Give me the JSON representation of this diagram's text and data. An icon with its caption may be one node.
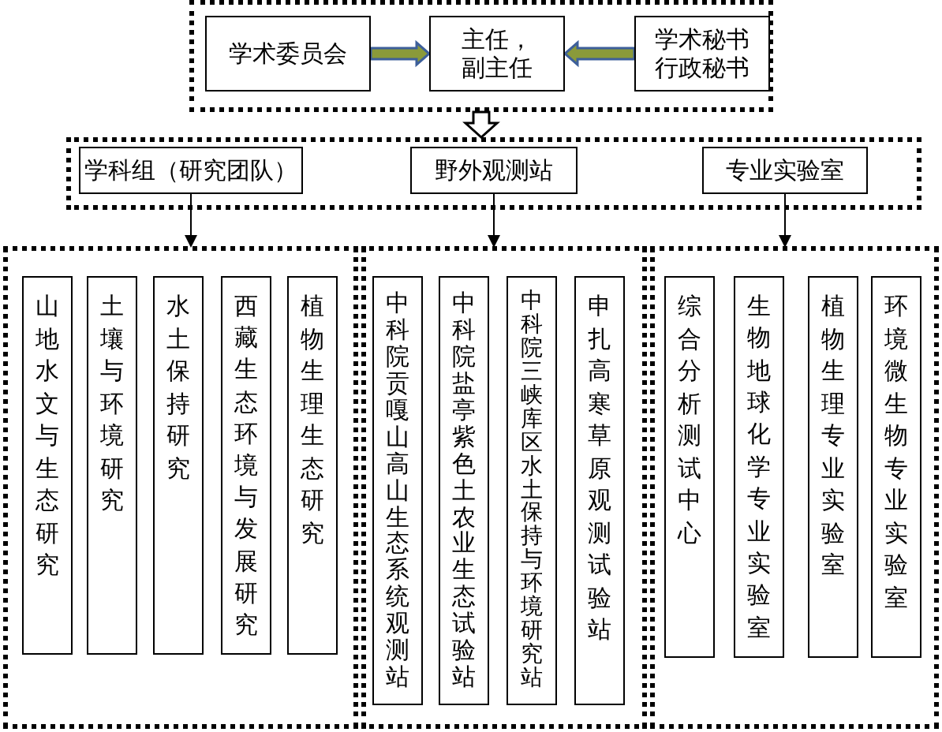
{
  "diagram": {
    "nodes": [
      {
        "text": [],
        "shape": "box"
      },
      {
        "text": [
          "学术委员会"
        ],
        "in": 0
      },
      {
        "text": [
          "主任，副主任"
        ],
        "in": 0
      },
      {
        "text": [
          "学术秘书行政秘书"
        ],
        "in": 0
      },
      {
        "text": [],
        "shape": "box"
      },
      {
        "text": [
          "学科组（研究团队）"
        ],
        "in": 4
      },
      {
        "text": [
          "野外观测站"
        ],
        "in": 4
      },
      {
        "text": [
          "专业实验室"
        ],
        "in": 4
      },
      {
        "text": [],
        "shape": "box"
      },
      {
        "text": [
          "山地水文与生态研究"
        ],
        "in": 8
      },
      {
        "text": [
          "土壤与环境研究"
        ],
        "in": 8
      },
      {
        "text": [
          "水土保持研究"
        ],
        "in": 8
      },
      {
        "text": [
          "西藏生态环境与发展研究"
        ],
        "in": 8
      },
      {
        "text": [
          "植物生理生态研究"
        ],
        "in": 8
      },
      {
        "text": [],
        "shape": "box"
      },
      {
        "text": [
          "中科院贡嘎山高山生态系统观测站"
        ],
        "in": 14
      },
      {
        "text": [
          "中科院盐亭紫色土农业生态试验站"
        ],
        "in": 14
      },
      {
        "text": [
          "中科院三峡库区水土保持与环境研究站"
        ],
        "in": 14
      },
      {
        "text": [
          "申扎高寒草原观测试验站"
        ],
        "in": 14
      },
      {
        "text": [],
        "shape": "box"
      },
      {
        "text": [
          "综合分析测试中心"
        ],
        "in": 19
      },
      {
        "text": [
          "生物地球化学专业实验室"
        ],
        "in": 19
      },
      {
        "text": [
          "植物生理专业实验室"
        ],
        "in": 19
      },
      {
        "text": [
          "环境微生物专业实验室"
        ],
        "in": 19
      }
    ],
    "edges": [
      {
        "from": 1,
        "to": 2,
        "arrow": "to",
        "style": "thick",
        "color": "#8a9a3a"
      },
      {
        "from": 3,
        "to": 2,
        "arrow": "to",
        "style": "thick",
        "color": "#8a9a3a"
      },
      {
        "from": 0,
        "to": 4,
        "arrow": "to",
        "style": "thick"
      },
      {
        "from": 5,
        "to": 8,
        "arrow": "to"
      },
      {
        "from": 6,
        "to": 14,
        "arrow": "to"
      },
      {
        "from": 7,
        "to": 19,
        "arrow": "to"
      }
    ]
  }
}
